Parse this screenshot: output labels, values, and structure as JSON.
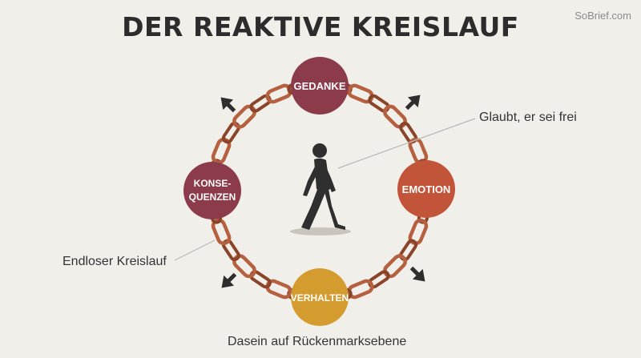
{
  "title": "DER REAKTIVE KREISLAUF",
  "watermark": "SoBrief.com",
  "nodes": [
    {
      "id": "gedanke",
      "label": "GEDANKE",
      "color": "#8c3b4a"
    },
    {
      "id": "emotion",
      "label": "EMOTION",
      "color": "#c2543a"
    },
    {
      "id": "verhalten",
      "label": "VERHALTEN",
      "color": "#d49b2e"
    },
    {
      "id": "konsequenzen",
      "label_line1": "KONSE-",
      "label_line2": "QUENZEN",
      "color": "#8c3b4a"
    }
  ],
  "callouts": {
    "top_right": "Glaubt, er sei frei",
    "left": "Endloser Kreislauf",
    "bottom": "Dasein auf Rückenmarksebene"
  },
  "colors": {
    "chain": "#b5603f",
    "chain_dark": "#8a4429",
    "arrow": "#2e2e2e",
    "figure": "#2f2f2f",
    "background": "#f1efea"
  },
  "icons": [
    "walking-person-icon",
    "arrow-icon",
    "chain-icon"
  ]
}
